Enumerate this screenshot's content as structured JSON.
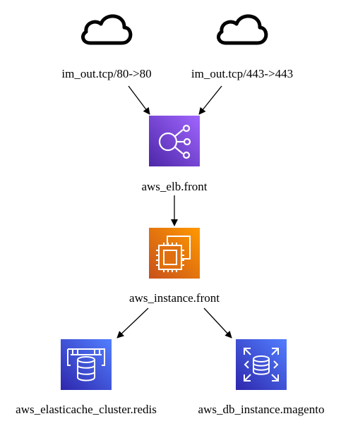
{
  "nodes": {
    "cloud_http": {
      "label": "im_out.tcp/80->80",
      "icon": "cloud-icon"
    },
    "cloud_https": {
      "label": "im_out.tcp/443->443",
      "icon": "cloud-icon"
    },
    "elb": {
      "label": "aws_elb.front",
      "icon": "elastic-load-balancer-icon",
      "color": "#7b3fd6"
    },
    "instance": {
      "label": "aws_instance.front",
      "icon": "ec2-instance-icon",
      "color": "#e0700f"
    },
    "redis": {
      "label": "aws_elasticache_cluster.redis",
      "icon": "elasticache-icon",
      "color": "#3b4ddb"
    },
    "db": {
      "label": "aws_db_instance.magento",
      "icon": "rds-db-instance-icon",
      "color": "#3b4ddb"
    }
  },
  "edges": [
    {
      "from": "im_out.tcp/80->80",
      "to": "aws_elb.front"
    },
    {
      "from": "im_out.tcp/443->443",
      "to": "aws_elb.front"
    },
    {
      "from": "aws_elb.front",
      "to": "aws_instance.front"
    },
    {
      "from": "aws_instance.front",
      "to": "aws_elasticache_cluster.redis"
    },
    {
      "from": "aws_instance.front",
      "to": "aws_db_instance.magento"
    }
  ]
}
